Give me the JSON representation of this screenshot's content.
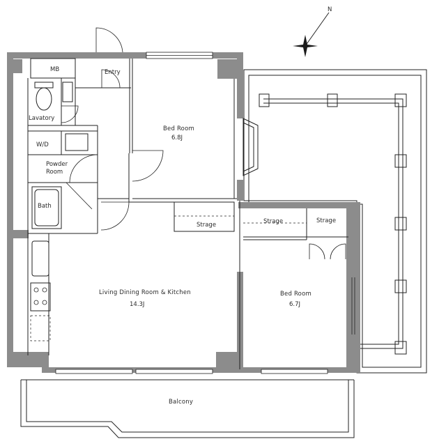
{
  "compass": {
    "north_label": "N",
    "icon": "compass-rose-icon"
  },
  "rooms": {
    "mb": "MB",
    "entry": "Entry",
    "lavatory": "Lavatory",
    "wd": "W/D",
    "powder_line1": "Powder",
    "powder_line2": "Room",
    "bath": "Bath",
    "bedroom1_name": "Bed Room",
    "bedroom1_size": "6.8J",
    "storage_center": "Strage",
    "storage_left": "Strage",
    "storage_right": "Strage",
    "ldk_name": "Living Dining Room & Kitchen",
    "ldk_size": "14.3J",
    "bedroom2_name": "Bed Room",
    "bedroom2_size": "6.7J",
    "balcony": "Balcony"
  },
  "colors": {
    "wall": "#8c8c8c",
    "line": "#222222"
  }
}
